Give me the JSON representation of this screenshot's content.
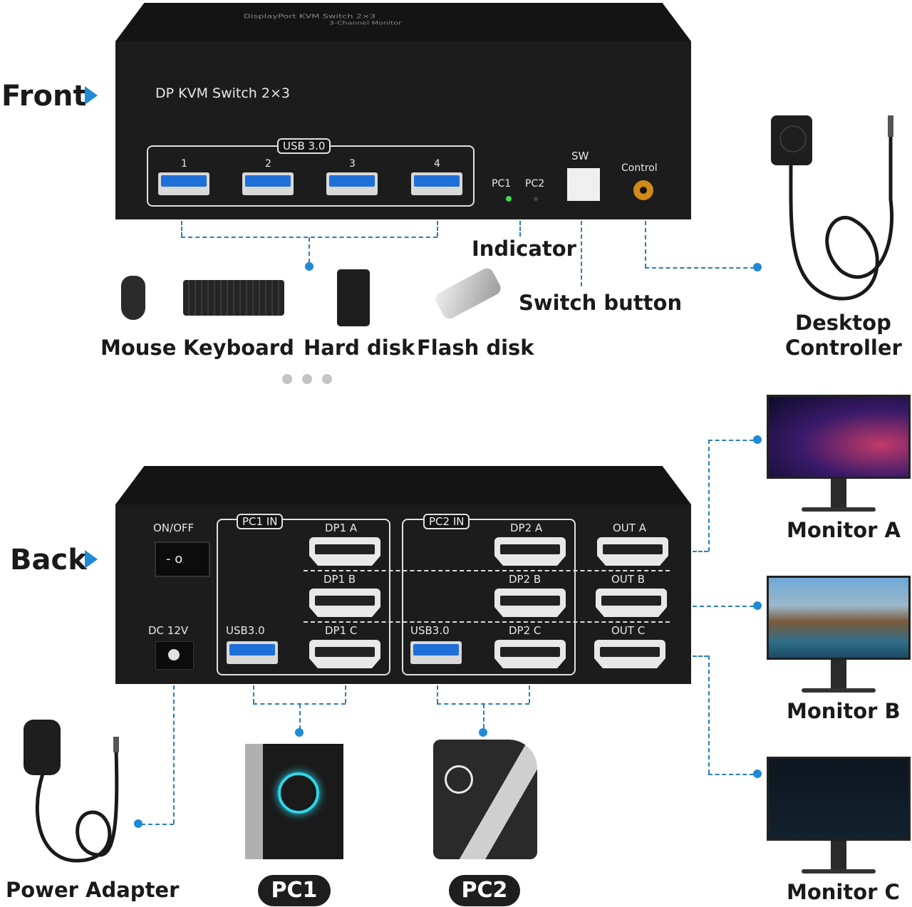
{
  "labels": {
    "front": "Front",
    "back": "Back",
    "indicator": "Indicator",
    "switch_button": "Switch button",
    "desktop_controller_l1": "Desktop",
    "desktop_controller_l2": "Controller",
    "mouse": "Mouse",
    "keyboard": "Keyboard",
    "hard_disk": "Hard disk",
    "flash_disk": "Flash disk",
    "monitor_a": "Monitor A",
    "monitor_b": "Monitor B",
    "monitor_c": "Monitor C",
    "power_adapter": "Power Adapter",
    "pc1": "PC1",
    "pc2": "PC2"
  },
  "front_panel": {
    "title": "DP KVM Switch 2×3",
    "top_text": "DisplayPort KVM Switch 2×3",
    "top_sub": "3-Channel Monitor",
    "usb_group": "USB 3.0",
    "ports": [
      "1",
      "2",
      "3",
      "4"
    ],
    "pc1": "PC1",
    "pc2": "PC2",
    "sw": "SW",
    "control": "Control"
  },
  "back_panel": {
    "on_off": "ON/OFF",
    "dc": "DC 12V",
    "pc1_in": "PC1 IN",
    "pc2_in": "PC2 IN",
    "usb1": "USB3.0",
    "usb2": "USB3.0",
    "dp1a": "DP1 A",
    "dp1b": "DP1 B",
    "dp1c": "DP1 C",
    "dp2a": "DP2 A",
    "dp2b": "DP2 B",
    "dp2c": "DP2 C",
    "outa": "OUT A",
    "outb": "OUT B",
    "outc": "OUT C"
  },
  "colors": {
    "accent": "#1f8bd6",
    "device": "#1c1c1c",
    "led": "#3ddc4a",
    "usb_blue": "#1f6fd8"
  },
  "icons": [
    "triangle-right-icon",
    "mouse-icon",
    "keyboard-icon",
    "hard-disk-icon",
    "flash-disk-icon",
    "desktop-controller-icon",
    "monitor-icon",
    "pc-tower-icon",
    "power-adapter-icon"
  ]
}
